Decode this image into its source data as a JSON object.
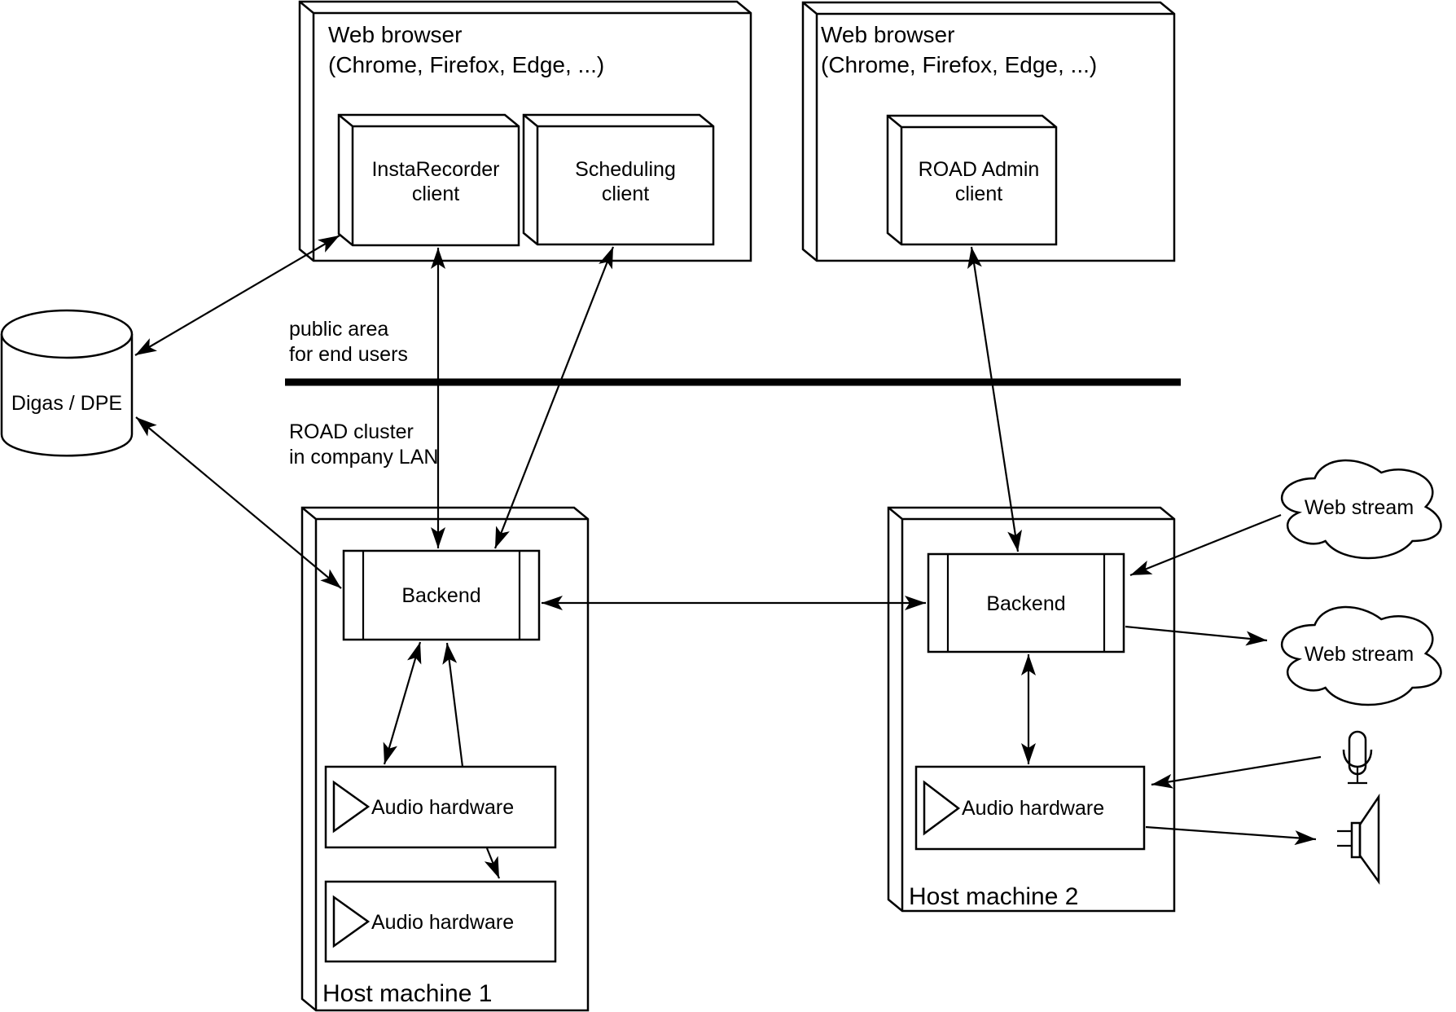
{
  "diagram": {
    "browser1": {
      "title_line1": "Web browser",
      "title_line2": "(Chrome, Firefox, Edge, ...)"
    },
    "browser2": {
      "title_line1": "Web browser",
      "title_line2": "(Chrome, Firefox, Edge, ...)"
    },
    "clients": {
      "instarecorder": {
        "line1": "InstaRecorder",
        "line2": "client"
      },
      "scheduling": {
        "line1": "Scheduling",
        "line2": "client"
      },
      "road_admin": {
        "line1": "ROAD Admin",
        "line2": "client"
      }
    },
    "database": {
      "label": "Digas / DPE"
    },
    "zones": {
      "public_line1": "public area",
      "public_line2": "for end users",
      "cluster_line1": "ROAD cluster",
      "cluster_line2": "in company LAN"
    },
    "host1": {
      "label": "Host machine 1",
      "backend_label": "Backend",
      "audio1_label": "Audio hardware",
      "audio2_label": "Audio hardware"
    },
    "host2": {
      "label": "Host machine 2",
      "backend_label": "Backend",
      "audio_label": "Audio hardware"
    },
    "clouds": {
      "stream1_label": "Web stream",
      "stream2_label": "Web stream"
    },
    "colors": {
      "stroke": "#000000",
      "background": "#ffffff"
    }
  }
}
